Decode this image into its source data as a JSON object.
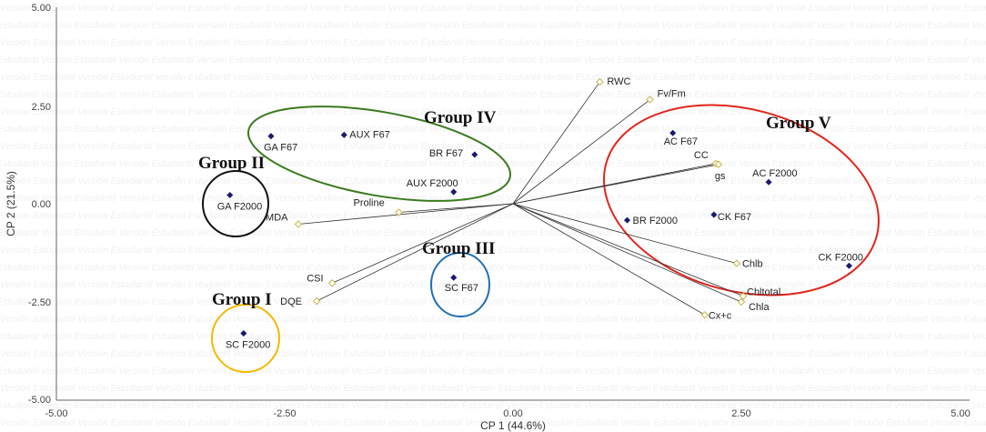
{
  "watermark": "Versión Estudiantil",
  "chart_data": {
    "type": "scatter",
    "title": "",
    "xlabel": "CP 1 (44.6%)",
    "ylabel": "CP 2 (21.5%)",
    "xlim": [
      -5,
      5
    ],
    "ylim": [
      -5,
      5
    ],
    "x_ticks": [
      "-5.00",
      "-2.50",
      "0.00",
      "2.50",
      "5.00"
    ],
    "y_ticks": [
      "5.00",
      "2.50",
      "0.00",
      "-2.50",
      "-5.00"
    ],
    "grid": false,
    "observations": [
      {
        "label": "GA F67",
        "x": -2.65,
        "y": 1.72
      },
      {
        "label": "AUX F67",
        "x": -1.85,
        "y": 1.75
      },
      {
        "label": "BR F67",
        "x": -0.42,
        "y": 1.25
      },
      {
        "label": "AUX F2000",
        "x": -0.65,
        "y": 0.3
      },
      {
        "label": "GA F2000",
        "x": -3.1,
        "y": 0.22
      },
      {
        "label": "SC F67",
        "x": -0.65,
        "y": -1.88
      },
      {
        "label": "SC F2000",
        "x": -2.95,
        "y": -3.3
      },
      {
        "label": "AC F67",
        "x": 1.75,
        "y": 1.8
      },
      {
        "label": "AC F2000",
        "x": 2.8,
        "y": 0.55
      },
      {
        "label": "BR F2000",
        "x": 1.25,
        "y": -0.42
      },
      {
        "label": "CK F67",
        "x": 2.2,
        "y": -0.28
      },
      {
        "label": "CK F2000",
        "x": 3.68,
        "y": -1.58
      }
    ],
    "variables": [
      {
        "label": "RWC",
        "x": 0.95,
        "y": 3.1
      },
      {
        "label": "Fv/Fm",
        "x": 1.5,
        "y": 2.65
      },
      {
        "label": "CC",
        "x": 2.22,
        "y": 1.02
      },
      {
        "label": "gs",
        "x": 2.25,
        "y": 1.0
      },
      {
        "label": "Proline",
        "x": -1.25,
        "y": -0.22
      },
      {
        "label": "MDA",
        "x": -2.35,
        "y": -0.52
      },
      {
        "label": "CSI",
        "x": -1.98,
        "y": -2.02
      },
      {
        "label": "DQE",
        "x": -2.15,
        "y": -2.48
      },
      {
        "label": "Chlb",
        "x": 2.45,
        "y": -1.52
      },
      {
        "label": "Chltotal",
        "x": 2.52,
        "y": -2.35
      },
      {
        "label": "Chla",
        "x": 2.5,
        "y": -2.5
      },
      {
        "label": "Cx+c",
        "x": 2.1,
        "y": -2.83
      }
    ],
    "groups": [
      {
        "label": "Group I",
        "color": "#f5b800"
      },
      {
        "label": "Group II",
        "color": "#111111"
      },
      {
        "label": "Group III",
        "color": "#1f6fb5"
      },
      {
        "label": "Group IV",
        "color": "#3a7a1e"
      },
      {
        "label": "Group V",
        "color": "#e3241b"
      }
    ],
    "colors": {
      "observation_point": "#1a1a6e",
      "variable_point": "#c8b44a",
      "vector_line": "#333333",
      "axis": "#666666"
    }
  }
}
